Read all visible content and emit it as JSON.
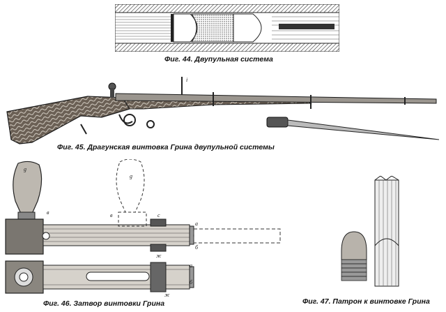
{
  "figures": {
    "fig44": {
      "caption": "Фиг. 44. Двупульная система"
    },
    "fig45": {
      "caption": "Фиг. 45. Драгунская винтовка Грина двупульной системы",
      "label_i": "i"
    },
    "fig46": {
      "caption": "Фиг. 46. Затвор винтовки Грина",
      "labels": {
        "g1": "g",
        "g2": "g",
        "v1": "в",
        "v2": "в",
        "s": "с",
        "a1": "a",
        "a2": "a",
        "b1": "б",
        "b2": "б",
        "zh1": "ж",
        "zh2": "ж"
      }
    },
    "fig47": {
      "caption": "Фиг. 47. Патрон к винтовке Грина"
    }
  },
  "colors": {
    "ink": "#1a1a1a",
    "stock": "#5a5045",
    "paper": "#ffffff"
  }
}
